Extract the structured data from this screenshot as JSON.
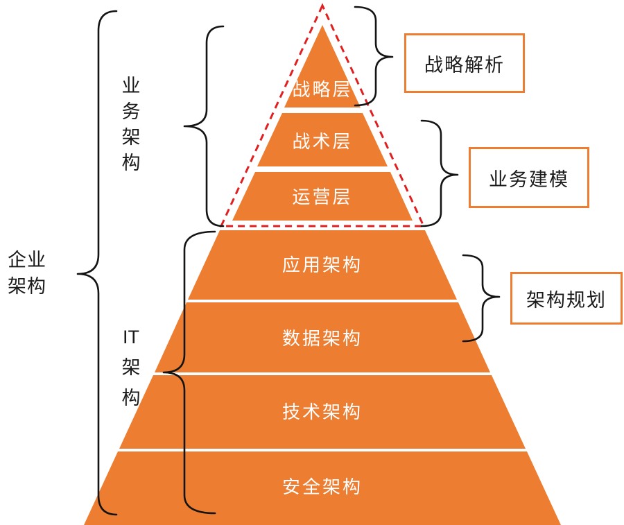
{
  "diagram": {
    "pyramid": {
      "layers": [
        {
          "label": "战略层"
        },
        {
          "label": "战术层"
        },
        {
          "label": "运营层"
        },
        {
          "label": "应用架构"
        },
        {
          "label": "数据架构"
        },
        {
          "label": "技术架构"
        },
        {
          "label": "安全架构"
        }
      ]
    },
    "left_groups": {
      "enterprise": "企业\n架构",
      "business": "业\n务\n架\n构",
      "it": "IT\n架\n构"
    },
    "right_boxes": [
      {
        "label": "战略解析"
      },
      {
        "label": "业务建模"
      },
      {
        "label": "架构规划"
      }
    ],
    "colors": {
      "pyramid_orange": "#ED7D31",
      "dashed_red": "#E02020",
      "brace_black": "#141414",
      "box_border_orange": "#ED7D31"
    }
  }
}
